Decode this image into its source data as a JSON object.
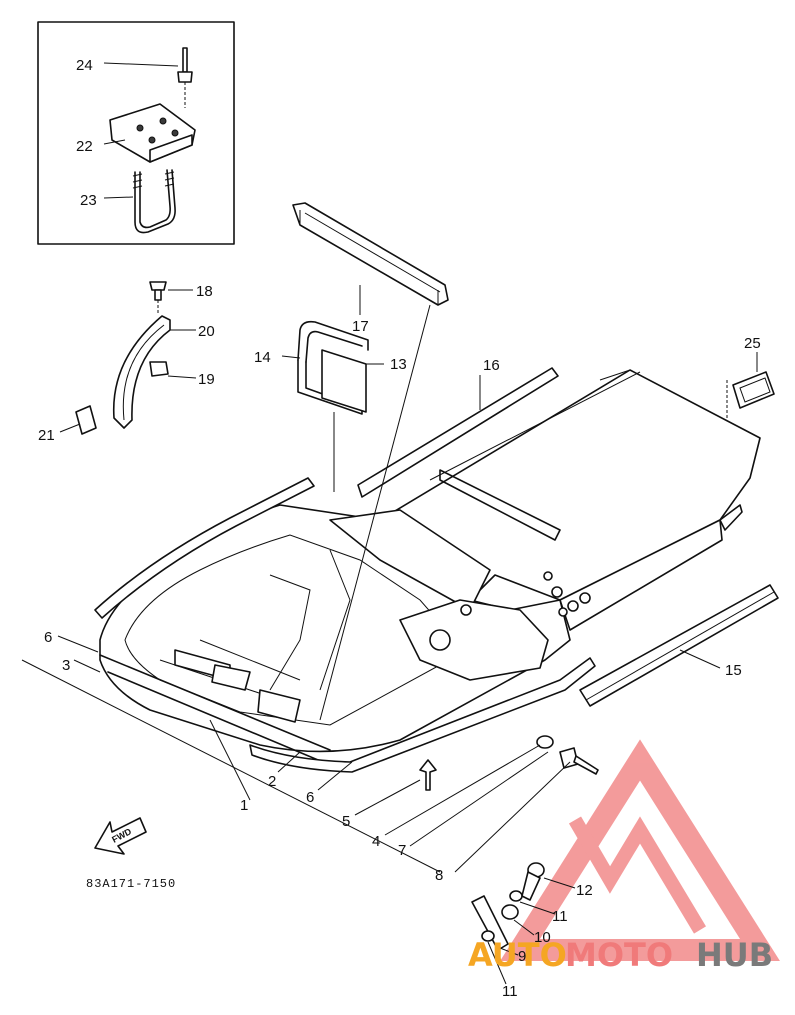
{
  "labels": {
    "p1": "1",
    "p2": "2",
    "p3": "3",
    "p4": "4",
    "p5": "5",
    "p6a": "6",
    "p6b": "6",
    "p7": "7",
    "p8": "8",
    "p9": "9",
    "p10": "10",
    "p11a": "11",
    "p11b": "11",
    "p12": "12",
    "p13": "13",
    "p14": "14",
    "p15": "15",
    "p16": "16",
    "p17": "17",
    "p18": "18",
    "p19": "19",
    "p20": "20",
    "p21": "21",
    "p22": "22",
    "p23": "23",
    "p24": "24",
    "p25": "25"
  },
  "diagram_code": "83A171-7150",
  "direction_label": "FWD",
  "watermark": {
    "text_part1": "AUTO",
    "text_part2": "MOTO",
    "text_part3": "HUB",
    "colors": {
      "part1": "#f5a623",
      "part2": "#f07a7a",
      "part3": "#7a7a7a",
      "logo": "#f07a7a"
    }
  }
}
